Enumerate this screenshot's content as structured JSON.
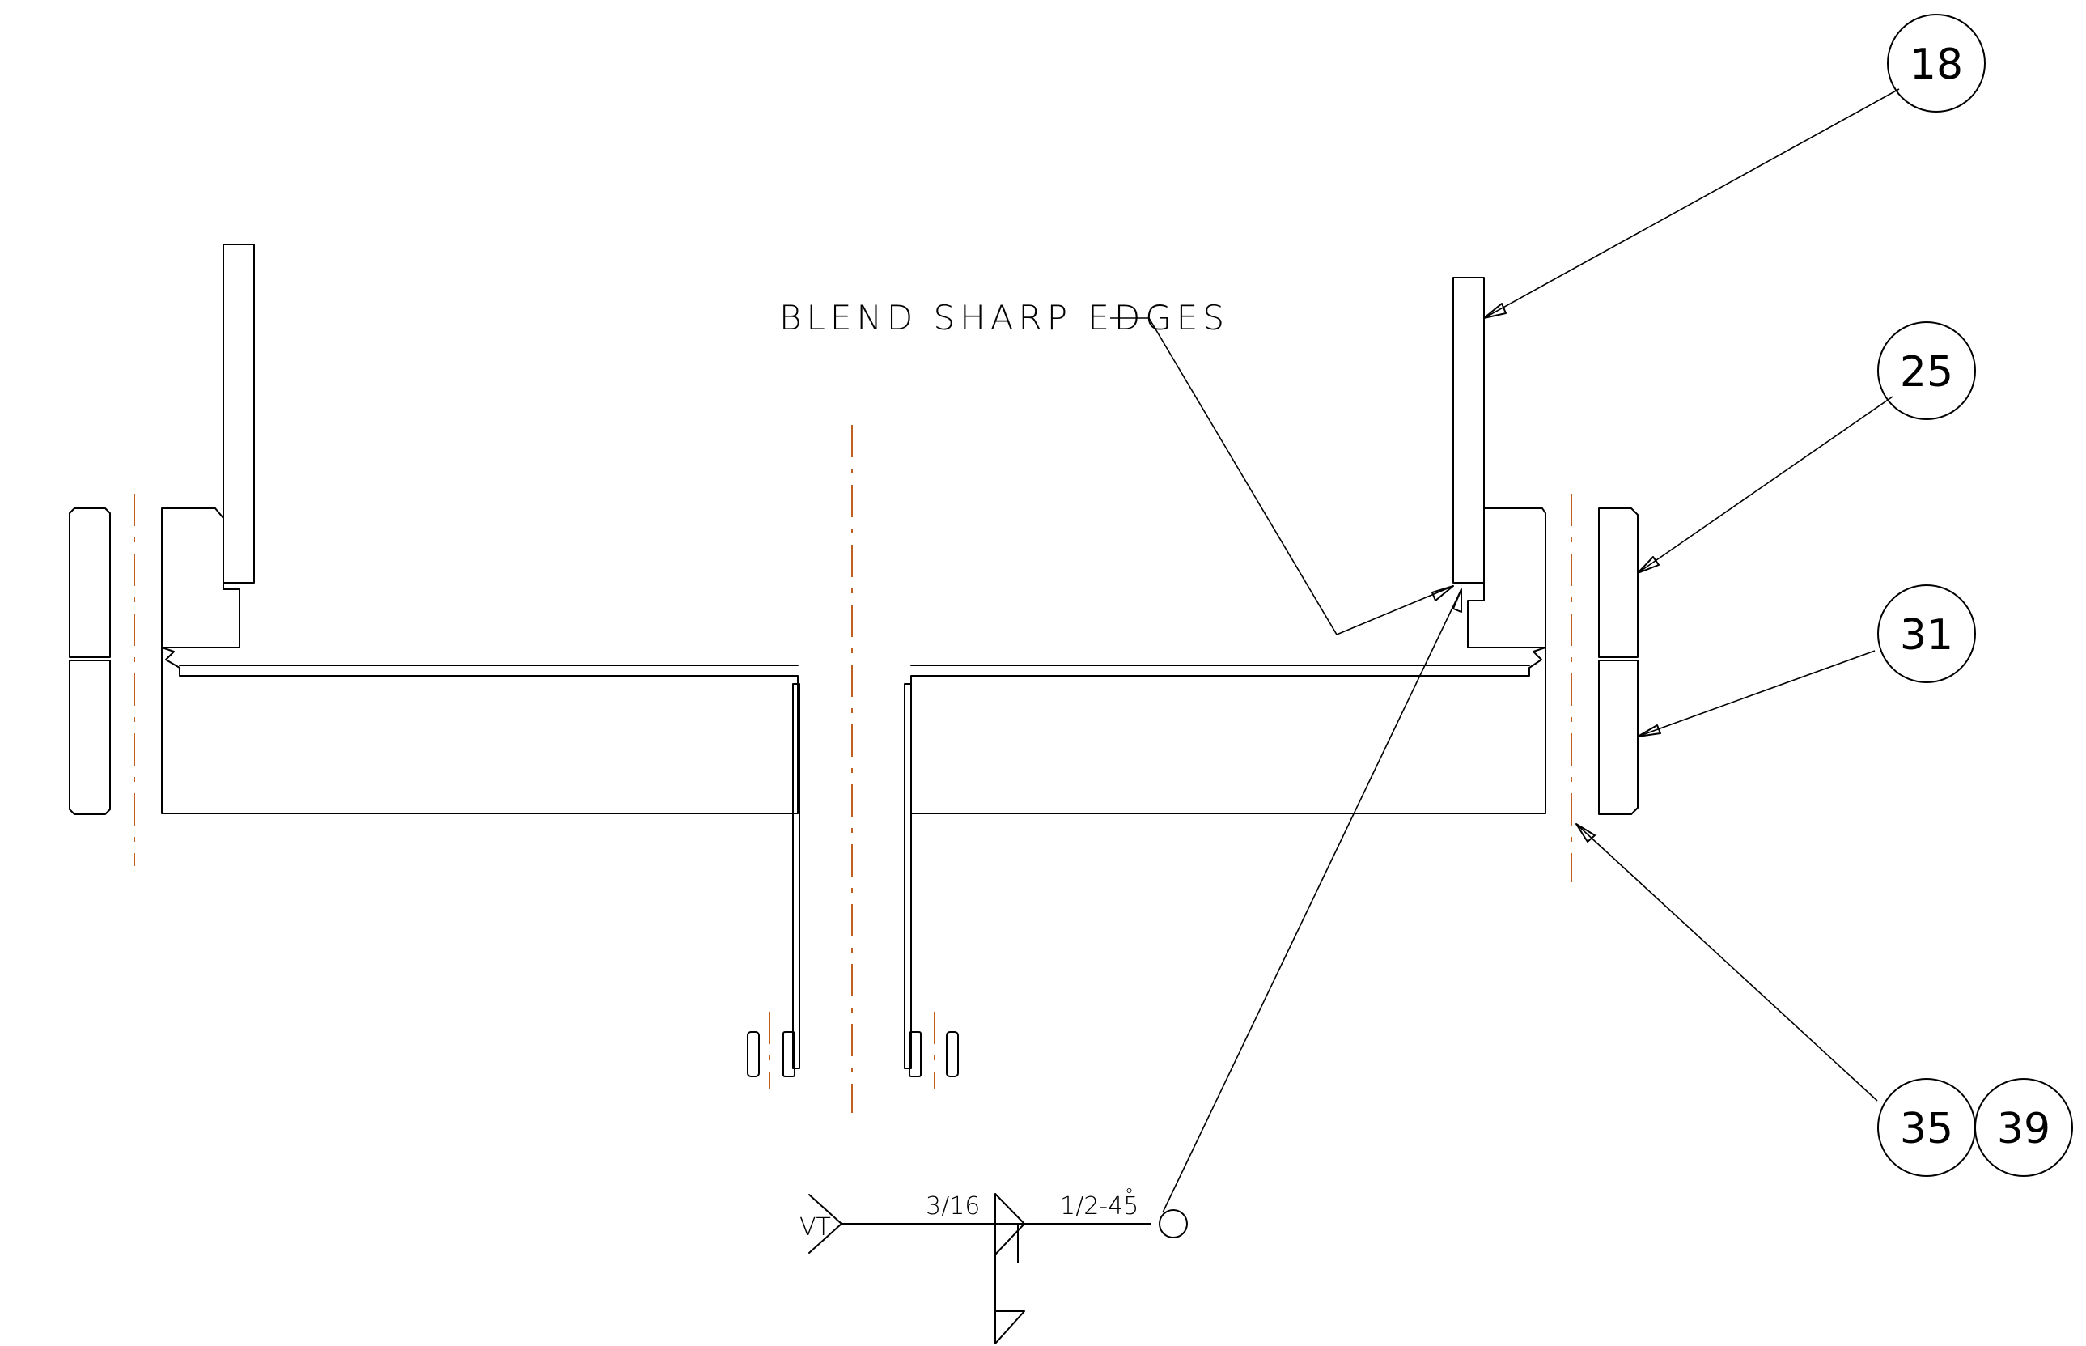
{
  "note": {
    "text": "BLEND SHARP EDGES"
  },
  "balloons": [
    {
      "id": "b18",
      "label": "18"
    },
    {
      "id": "b25",
      "label": "25"
    },
    {
      "id": "b31",
      "label": "31"
    },
    {
      "id": "b35",
      "label": "35"
    },
    {
      "id": "b39",
      "label": "39"
    }
  ],
  "weld": {
    "tail": "VT",
    "size": "3/16",
    "length_pitch": "1/2-45",
    "degree_mark": "°"
  },
  "colors": {
    "line": "#000000",
    "centerline": "#c06020",
    "background": "#ffffff"
  }
}
